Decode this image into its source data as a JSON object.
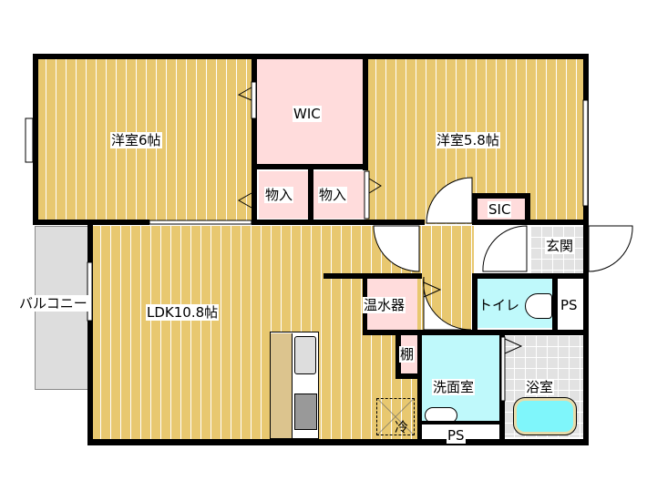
{
  "rooms": {
    "western_6": "洋室6帖",
    "wic": "WIC",
    "western_58": "洋室5.8帖",
    "closet1": "物入",
    "closet2": "物入",
    "sic": "SIC",
    "entrance": "玄関",
    "balcony": "バルコニー",
    "ldk": "LDK10.8帖",
    "water_heater": "温水器",
    "toilet": "トイレ",
    "ps_top": "PS",
    "shelf": "棚",
    "washroom": "洗面室",
    "bathroom": "浴室",
    "ps_bottom": "PS",
    "fridge": "冷"
  },
  "colors": {
    "floor": "#e8c870",
    "storage": "#ffdcdc",
    "wet": "#bff9fb",
    "tile": "#e2e2e2",
    "wall": "#000000"
  }
}
